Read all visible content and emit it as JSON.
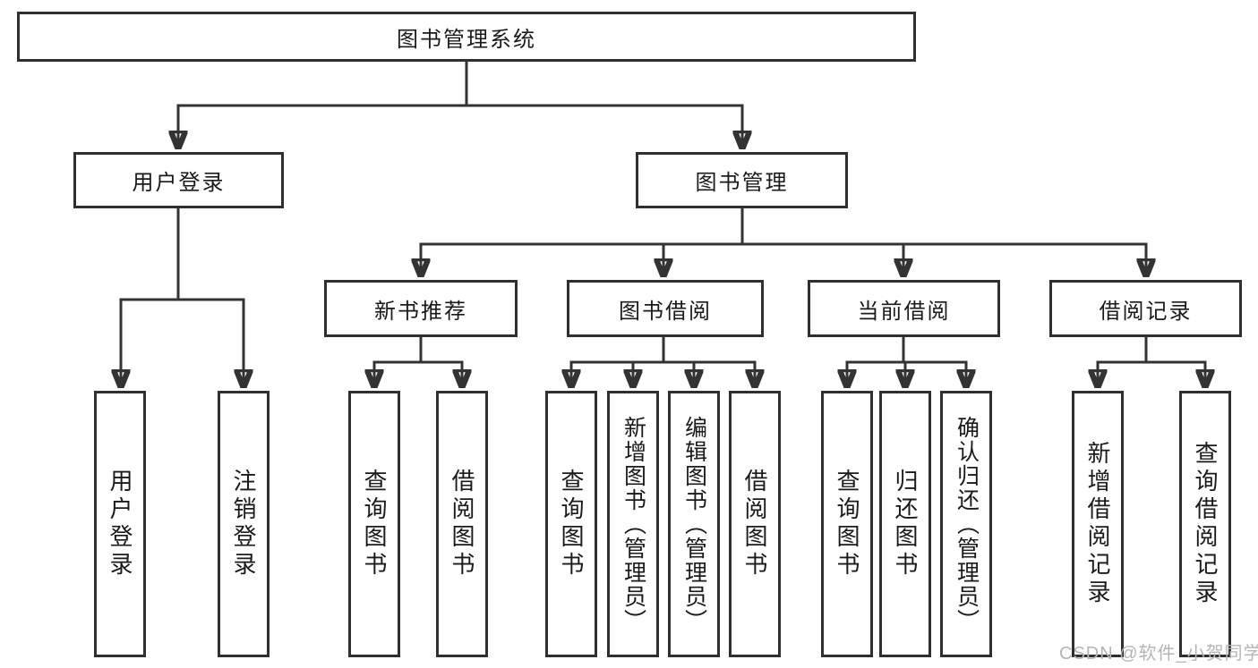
{
  "diagram_title": "图书管理系统",
  "watermark": {
    "text": "CSDN @软件_小贺同学"
  },
  "colors": {
    "line": "#333333",
    "box_border": "#2f2f2f",
    "text": "#1a1a1a",
    "watermark": "#b5b5b5",
    "background": "#ffffff"
  },
  "tree": {
    "label": "图书管理系统",
    "children": [
      {
        "label": "用户登录",
        "children": [
          {
            "label": "用户登录"
          },
          {
            "label": "注销登录"
          }
        ]
      },
      {
        "label": "图书管理",
        "children": [
          {
            "label": "新书推荐",
            "children": [
              {
                "label": "查询图书"
              },
              {
                "label": "借阅图书"
              }
            ]
          },
          {
            "label": "图书借阅",
            "children": [
              {
                "label": "查询图书"
              },
              {
                "label": "新增图书（管理员）"
              },
              {
                "label": "编辑图书（管理员）"
              },
              {
                "label": "借阅图书"
              }
            ]
          },
          {
            "label": "当前借阅",
            "children": [
              {
                "label": "查询图书"
              },
              {
                "label": "归还图书"
              },
              {
                "label": "确认归还（管理员）"
              }
            ]
          },
          {
            "label": "借阅记录",
            "children": [
              {
                "label": "新增借阅记录"
              },
              {
                "label": "查询借阅记录"
              }
            ]
          }
        ]
      }
    ]
  }
}
